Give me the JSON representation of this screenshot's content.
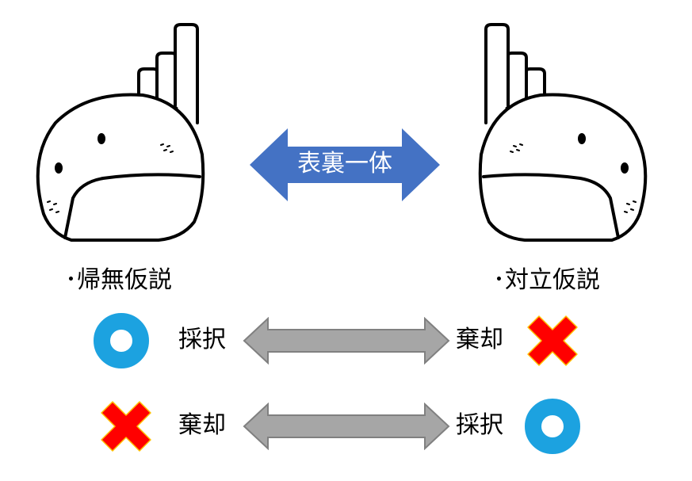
{
  "header": {
    "center_label": "表裏一体"
  },
  "hypotheses": {
    "left": "･帰無仮説",
    "right": "･対立仮説"
  },
  "rows": [
    {
      "left_mark": "circle-icon",
      "left_word": "採択",
      "right_word": "棄却",
      "right_mark": "cross-icon"
    },
    {
      "left_mark": "cross-icon",
      "left_word": "棄却",
      "right_word": "採択",
      "right_mark": "circle-icon"
    }
  ],
  "colors": {
    "blue_arrow": "#4472c4",
    "gray_arrow": "#a6a6a6",
    "circle": "#1ca2e0",
    "cross": "#ff0000",
    "cross_border": "#ffc000"
  }
}
